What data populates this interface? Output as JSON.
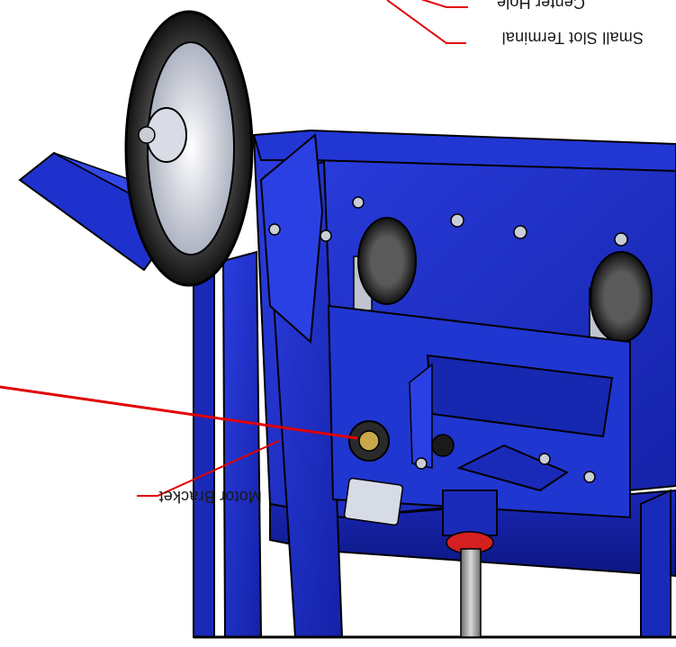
{
  "callouts": {
    "motor_bracket": "Motor Bracket",
    "small_slot_terminal": "Small Slot Terminal",
    "center_hole": "Center Hole"
  },
  "colors": {
    "frame_blue": "#1f2fc8",
    "frame_dark": "#0a1370",
    "leader_red": "#e10000",
    "tire_black": "#1c1c1c",
    "hub_gray": "#c9cdd6",
    "background": "#ffffff"
  }
}
